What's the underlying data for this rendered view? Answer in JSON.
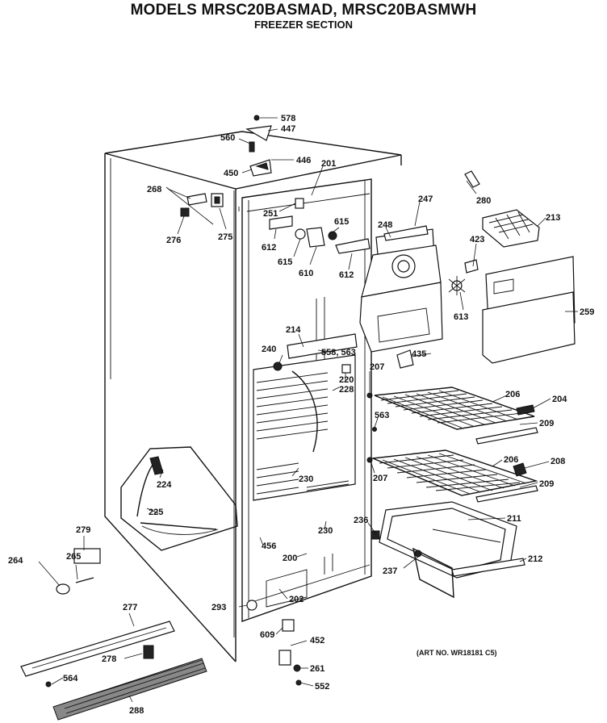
{
  "header": {
    "title": "MODELS MRSC20BASMAD, MRSC20BASMWH",
    "subtitle": "FREEZER SECTION"
  },
  "art_number": "(ART NO. WR18181 C5)",
  "callouts": {
    "c578": "578",
    "c447": "447",
    "c560": "560",
    "c446": "446",
    "c450": "450",
    "c201": "201",
    "c268": "268",
    "c251": "251",
    "c247": "247",
    "c280": "280",
    "c615a": "615",
    "c248": "248",
    "c213": "213",
    "c276": "276",
    "c275": "275",
    "c612a": "612",
    "c423": "423",
    "c615b": "615",
    "c610": "610",
    "c612b": "612",
    "c613": "613",
    "c259": "259",
    "c214": "214",
    "c240": "240",
    "c558_563": "558, 563",
    "c435": "435",
    "c207a": "207",
    "c220": "220",
    "c228": "228",
    "c206a": "206",
    "c204": "204",
    "c563": "563",
    "c209a": "209",
    "c224": "224",
    "c230a": "230",
    "c207b": "207",
    "c206b": "206",
    "c208": "208",
    "c209b": "209",
    "c225": "225",
    "c211": "211",
    "c236": "236",
    "c230b": "230",
    "c279": "279",
    "c456": "456",
    "c212": "212",
    "c264": "264",
    "c265": "265",
    "c200": "200",
    "c237": "237",
    "c202": "202",
    "c293": "293",
    "c277": "277",
    "c609": "609",
    "c452": "452",
    "c278": "278",
    "c261": "261",
    "c564": "564",
    "c552": "552",
    "c288": "288"
  }
}
